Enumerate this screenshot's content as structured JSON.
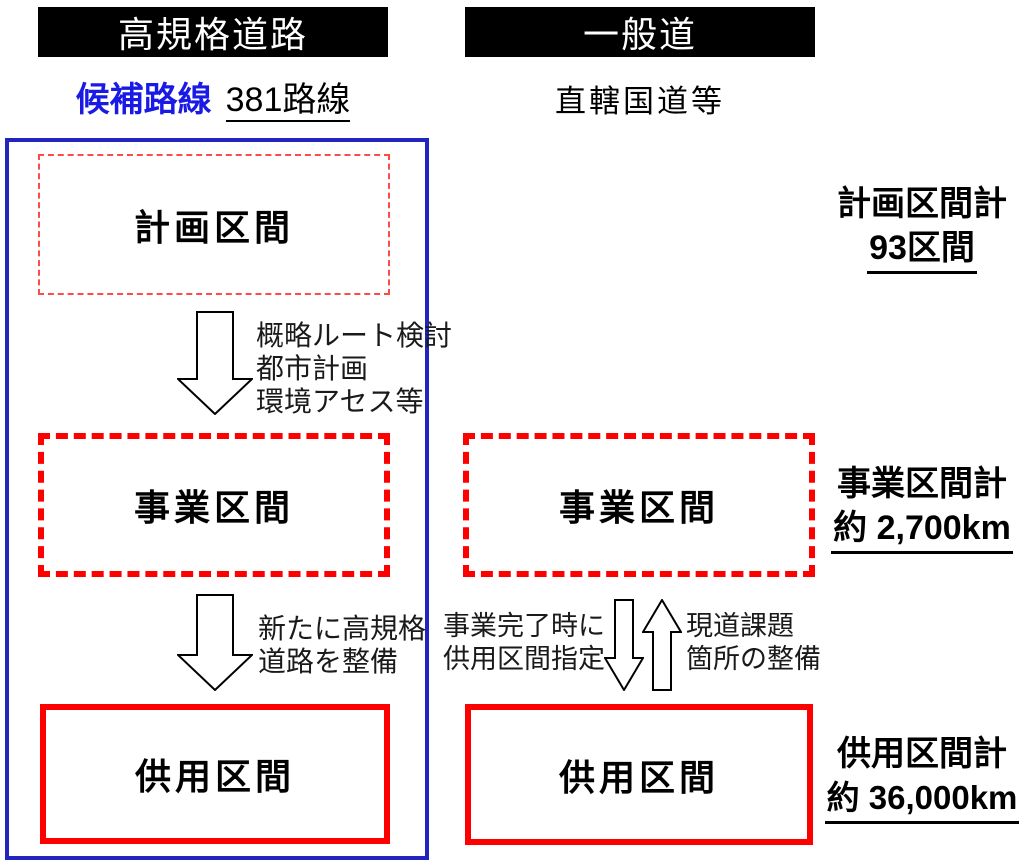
{
  "headers": {
    "left": "高規格道路",
    "right": "一般道"
  },
  "subtitles": {
    "candidate_label": "候補路線",
    "candidate_value": "381路線",
    "right": "直轄国道等"
  },
  "left_column": {
    "plan_box": "計画区間",
    "arrow1_caption": [
      "概略ルート検討",
      "都市計画",
      "環境アセス等"
    ],
    "business_box": "事業区間",
    "arrow2_caption": [
      "新たに高規格",
      "道路を整備"
    ],
    "service_box": "供用区間"
  },
  "middle_column": {
    "business_box": "事業区間",
    "down_arrow_caption": [
      "事業完了時に",
      "供用区間指定"
    ],
    "up_arrow_caption": [
      "現道課題",
      "箇所の整備"
    ],
    "service_box": "供用区間"
  },
  "totals": {
    "plan": {
      "label": "計画区間計",
      "value": "93区間"
    },
    "business": {
      "label": "事業区間計",
      "value": "約 2,700km"
    },
    "service": {
      "label": "供用区間計",
      "value": "約 36,000km"
    }
  },
  "colors": {
    "box_red": "#ff0000",
    "plan_box_red": "#fb4b4b",
    "frame_blue": "#2323bd",
    "candidate_blue": "#1a1ae6",
    "header_bg": "#000000",
    "header_text": "#ffffff"
  }
}
